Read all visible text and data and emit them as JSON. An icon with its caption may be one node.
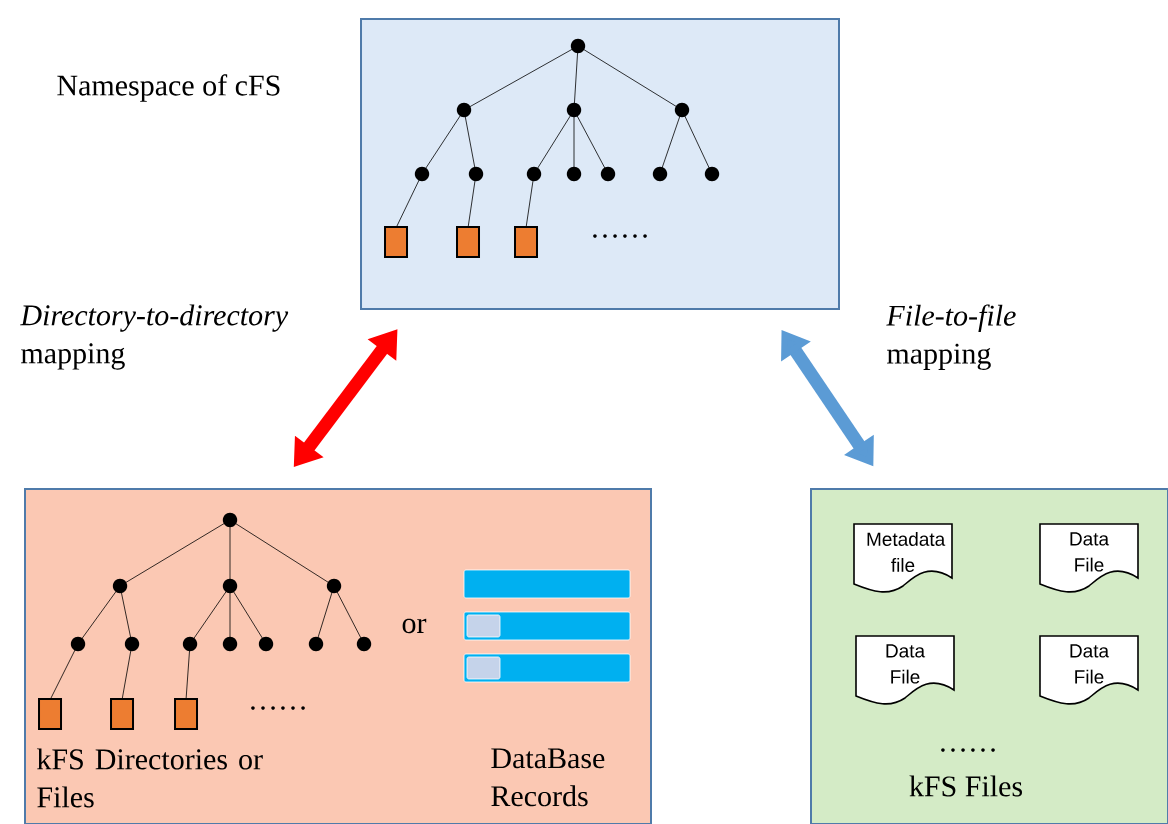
{
  "diagram": {
    "nodes": [
      {
        "text": [
          "Namespace of cFS",
          "……"
        ]
      },
      {
        "text": [
          "……",
          "or",
          "kFS Directories or Files",
          "DataBase Records"
        ]
      },
      {
        "text": [
          "……",
          "kFS Files"
        ]
      },
      {
        "text": [
          "Metadata file"
        ],
        "in": 2
      },
      {
        "text": [
          "Data File"
        ],
        "in": 2
      },
      {
        "text": [
          "Data File"
        ],
        "in": 2
      },
      {
        "text": [
          "Data File"
        ],
        "in": 2
      }
    ],
    "edges": [
      {
        "from": 1,
        "to": 0,
        "arrow": "both",
        "label": "*Directory-to-directory* mapping",
        "color": "#ff0000"
      },
      {
        "from": 2,
        "to": 0,
        "arrow": "both",
        "label": "*File-to-file* mapping",
        "color": "#5b9bd5"
      }
    ]
  }
}
